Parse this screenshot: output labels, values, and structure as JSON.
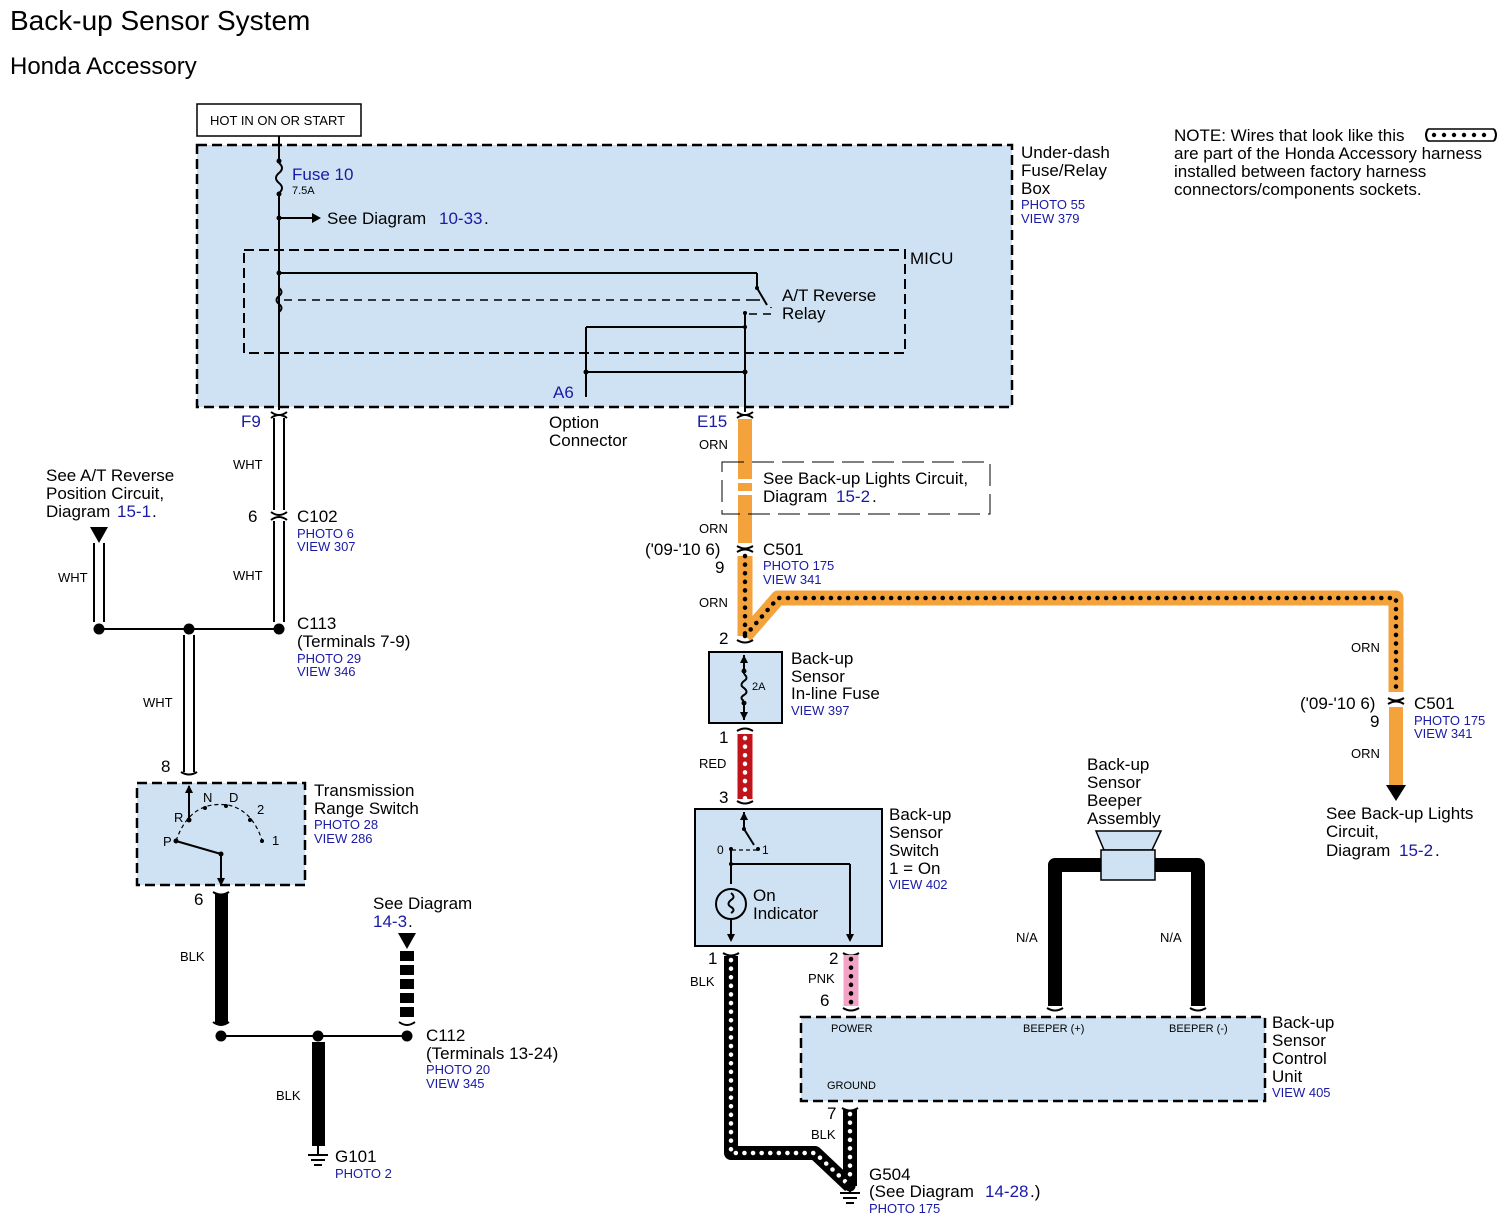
{
  "title": "Back-up Sensor System",
  "subtitle": "Honda Accessory",
  "note": {
    "line1": "NOTE: Wires that look like this",
    "line2": "are part of the Honda Accessory harness",
    "line3": "installed between factory harness",
    "line4": "connectors/components sockets."
  },
  "power_source": "HOT IN ON OR START",
  "fuse_box": {
    "name_line1": "Under-dash",
    "name_line2": "Fuse/Relay",
    "name_line3": "Box",
    "photo": "PHOTO 55",
    "view": "VIEW 379",
    "fuse_label": "Fuse 10",
    "fuse_rating": "7.5A",
    "see_diagram_text": "See Diagram",
    "see_diagram_ref": "10-33",
    "micu": "MICU",
    "relay_line1": "A/T Reverse",
    "relay_line2": "Relay",
    "pin_f9": "F9",
    "pin_a6": "A6",
    "pin_e15": "E15",
    "option_line1": "Option",
    "option_line2": "Connector"
  },
  "left": {
    "see_line1": "See A/T Reverse",
    "see_line2": "Position Circuit,",
    "see_line3": "Diagram",
    "see_ref": "15-1",
    "wht": "WHT",
    "c102": "C102",
    "c102_pin": "6",
    "c102_photo": "PHOTO 6",
    "c102_view": "VIEW 307",
    "c113": "C113",
    "c113_terms": "(Terminals 7-9)",
    "c113_photo": "PHOTO 29",
    "c113_view": "VIEW 346",
    "trs_pin_in": "8",
    "trs_line1": "Transmission",
    "trs_line2": "Range Switch",
    "trs_photo": "PHOTO 28",
    "trs_view": "VIEW 286",
    "trs_positions": [
      "R",
      "N",
      "D",
      "2",
      "P",
      "1"
    ],
    "trs_pin_out": "6",
    "blk": "BLK",
    "see14_line1": "See Diagram",
    "see14_ref": "14-3",
    "c112": "C112",
    "c112_terms": "(Terminals 13-24)",
    "c112_photo": "PHOTO 20",
    "c112_view": "VIEW 345",
    "g101": "G101",
    "g101_photo": "PHOTO 2"
  },
  "right": {
    "orn": "ORN",
    "backup_lights_line1": "See Back-up Lights Circuit,",
    "backup_lights_line2": "Diagram",
    "backup_lights_ref": "15-2",
    "c501": "C501",
    "c501_yearpin": "('09-'10 6)",
    "c501_pin": "9",
    "c501_photo": "PHOTO 175",
    "c501_view": "VIEW 341",
    "fuse_pin_top": "2",
    "inline_line1": "Back-up",
    "inline_line2": "Sensor",
    "inline_line3": "In-line Fuse",
    "inline_view": "VIEW 397",
    "inline_rating": "2A",
    "red": "RED",
    "pin_1": "1",
    "pin_3": "3",
    "switch_line1": "Back-up",
    "switch_line2": "Sensor",
    "switch_line3": "Switch",
    "switch_line4": "1 = On",
    "switch_view": "VIEW 402",
    "switch_pos0": "0",
    "switch_pos1": "1",
    "on_line1": "On",
    "on_line2": "Indicator",
    "sw_pin1": "1",
    "sw_pin2": "2",
    "pnk": "PNK",
    "cu_pin6": "6",
    "beeper_line1": "Back-up",
    "beeper_line2": "Sensor",
    "beeper_line3": "Beeper",
    "beeper_line4": "Assembly",
    "na": "N/A",
    "cu_power": "POWER",
    "cu_beeper_plus": "BEEPER (+)",
    "cu_beeper_minus": "BEEPER (-)",
    "cu_ground": "GROUND",
    "cu_line1": "Back-up",
    "cu_line2": "Sensor",
    "cu_line3": "Control",
    "cu_line4": "Unit",
    "cu_view": "VIEW 405",
    "cu_pin7": "7",
    "g504": "G504",
    "g504_see": "(See Diagram",
    "g504_ref": "14-28",
    "g504_close": ".)",
    "g504_photo": "PHOTO 175",
    "far_yearpin": "('09-'10 6)",
    "far_pin": "9",
    "far_c501": "C501",
    "far_photo": "PHOTO 175",
    "far_view": "VIEW 341",
    "far_see_line1": "See Back-up Lights",
    "far_see_line2": "Circuit,",
    "far_see_line3": "Diagram",
    "far_see_ref": "15-2"
  },
  "colors": {
    "box_fill": "#cfe2f3",
    "orange_wire": "#f4a23c",
    "red_wire": "#c0141b",
    "pink_wire": "#f2a3c6",
    "link_text": "#1a1aa6"
  }
}
